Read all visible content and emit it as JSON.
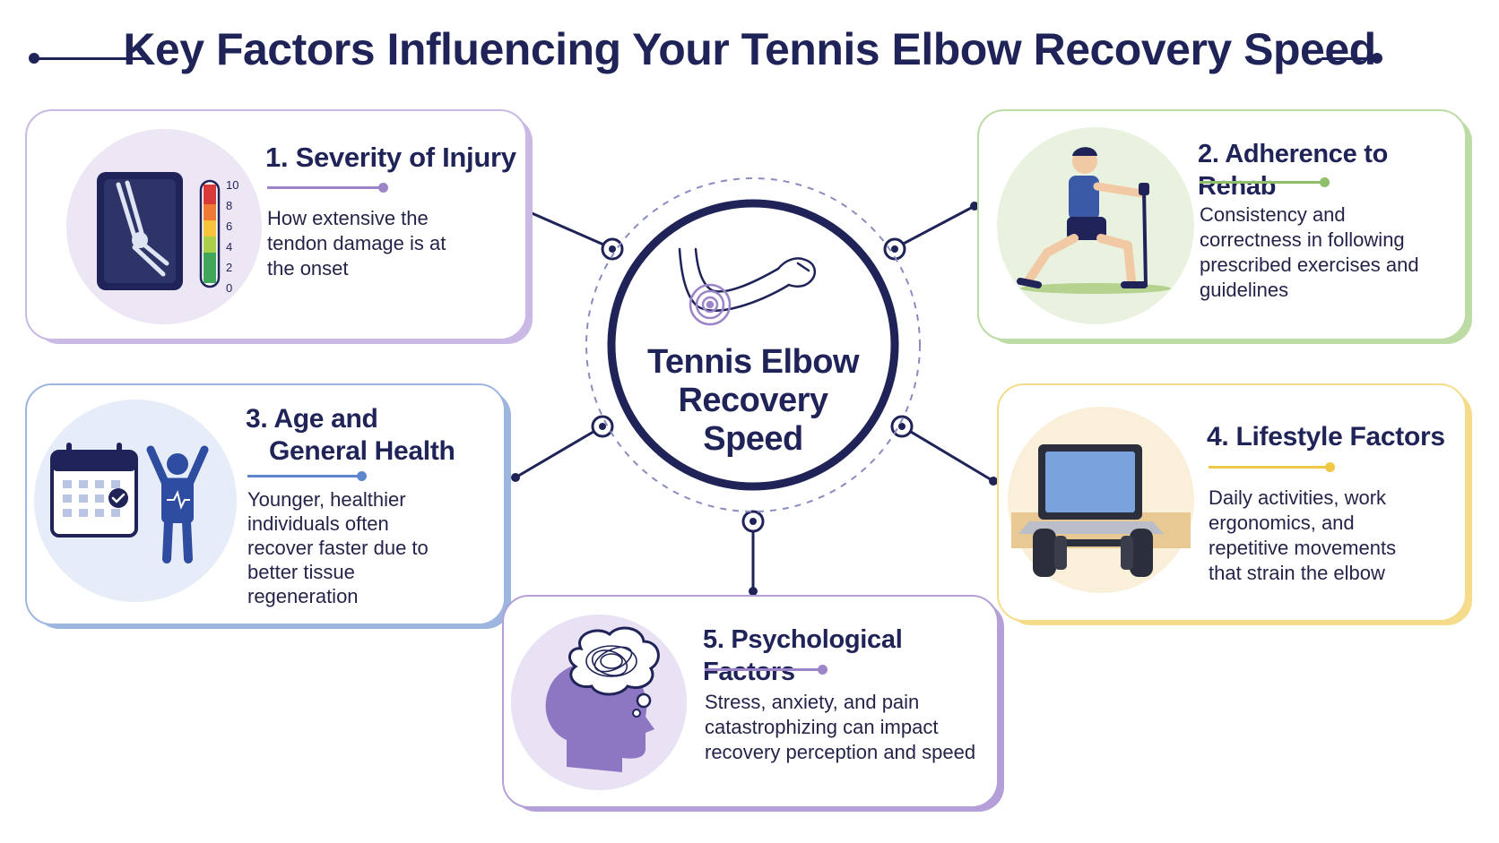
{
  "title": "Key Factors Influencing Your Tennis Elbow Recovery Speed",
  "hub": {
    "title_lines": [
      "Tennis Elbow",
      "Recovery",
      "Speed"
    ],
    "icon": "elbow-arm-pain-icon"
  },
  "colors": {
    "navy": "#1f2357",
    "severity": "#b8a6d9",
    "adherence": "#a8cc8a",
    "age": "#7f9fd6",
    "lifestyle": "#f2d57a",
    "psychological": "#9c84c9"
  },
  "factors": [
    {
      "key": "severity",
      "title": "1. Severity of Injury",
      "description_lines": [
        "How extensive the",
        "tendon damage is at",
        "the onset"
      ],
      "icon": "elbow-xray-pain-scale-icon",
      "scale_labels": [
        "10",
        "8",
        "6",
        "4",
        "2",
        "0"
      ]
    },
    {
      "key": "adherence",
      "title": "2. Adherence to Rehab",
      "description_lines": [
        "Consistency and",
        "correctness in following",
        "prescribed exercises and",
        "guidelines"
      ],
      "icon": "resistance-band-exercise-icon"
    },
    {
      "key": "age",
      "title_lines": [
        "3. Age and",
        "General Health"
      ],
      "description_lines": [
        "Younger, healthier",
        "individuals often",
        "recover faster due to",
        "better tissue",
        "regeneration"
      ],
      "icon": "calendar-healthy-person-icon"
    },
    {
      "key": "lifestyle",
      "title": "4. Lifestyle Factors",
      "description_lines": [
        "Daily activities, work",
        "ergonomics, and",
        "repetitive movements",
        "that strain the elbow"
      ],
      "icon": "laptop-dumbbell-icon"
    },
    {
      "key": "psychological",
      "title": "5. Psychological Factors",
      "description_lines": [
        "Stress, anxiety, and pain",
        "catastrophizing can impact",
        "recovery perception and speed"
      ],
      "icon": "stressed-head-thought-icon"
    }
  ]
}
